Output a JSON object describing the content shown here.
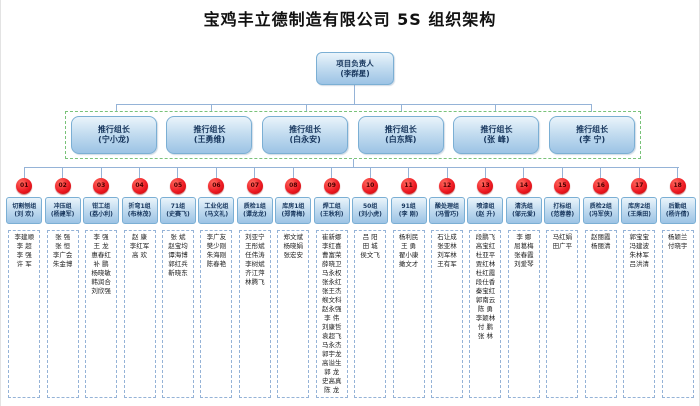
{
  "title": "宝鸡丰立德制造有限公司 5S 组织架构",
  "root": {
    "line1": "项目负责人",
    "line2": "(李群星)"
  },
  "leaders": [
    {
      "title": "推行组长",
      "name": "(宁小龙)"
    },
    {
      "title": "推行组长",
      "name": "(王勇维)"
    },
    {
      "title": "推行组长",
      "name": "(白永安)"
    },
    {
      "title": "推行组长",
      "name": "(白东辉)"
    },
    {
      "title": "推行组长",
      "name": "(张  峰)"
    },
    {
      "title": "推行组长",
      "name": "(李  宁)"
    }
  ],
  "groups": [
    {
      "num": "01",
      "name": "切割刨组",
      "leader": "(刘 欢)",
      "members": [
        "李建顺",
        "李 超",
        "李 强",
        "许 军"
      ]
    },
    {
      "num": "02",
      "name": "冲压组",
      "leader": "(杨建军)",
      "members": [
        "张 强",
        "张 恒",
        "李广会",
        "朱金博"
      ]
    },
    {
      "num": "03",
      "name": "钳工组",
      "leader": "(荔小利)",
      "members": [
        "李 强",
        "王 龙",
        "惠春红",
        "补 鹏",
        "杨晓敏",
        "韩润合",
        "刘欣强"
      ]
    },
    {
      "num": "04",
      "name": "折弯1组",
      "leader": "(布林茂)",
      "members": [
        "赵 康",
        "李红军",
        "高 欢"
      ]
    },
    {
      "num": "05",
      "name": "71组",
      "leader": "(史赛飞)",
      "members": [
        "张 斌",
        "赵宝均",
        "谭海博",
        "郭红兵",
        "靳晓东"
      ]
    },
    {
      "num": "06",
      "name": "工业化组",
      "leader": "(马文礼)",
      "members": [
        "李广友",
        "樊少刚",
        "朱海刚",
        "陈春艳"
      ]
    },
    {
      "num": "07",
      "name": "质检1组",
      "leader": "(谭龙龙)",
      "members": [
        "刘亚宁",
        "王彤斌",
        "任伟涛",
        "李树斌",
        "齐江萍",
        "林腾飞"
      ]
    },
    {
      "num": "08",
      "name": "库房1组",
      "leader": "(郑青梅)",
      "members": [
        "郑文斌",
        "杨晓娟",
        "张宏安"
      ]
    },
    {
      "num": "09",
      "name": "焊工组",
      "leader": "(王秋利)",
      "members": [
        "崔新娜",
        "李红喜",
        "曹富荣",
        "薛晓卫",
        "马永权",
        "张永红",
        "张王杰",
        "缑文科",
        "赵永强",
        "李 伟",
        "刘康哲",
        "袁超飞",
        "马永杰",
        "郭宇龙",
        "高溢生",
        "郭 龙",
        "史高真",
        "陈 龙"
      ]
    },
    {
      "num": "10",
      "name": "50组",
      "leader": "(刘小虎)",
      "members": [
        "吕 阳",
        "田 城",
        "侯文飞"
      ]
    },
    {
      "num": "11",
      "name": "91组",
      "leader": "(李 刚)",
      "members": [
        "杨利民",
        "王 勇",
        "翟小康",
        "撖文才"
      ]
    },
    {
      "num": "12",
      "name": "酸处理组",
      "leader": "(冯雪巧)",
      "members": [
        "石让成",
        "张亚林",
        "刘军林",
        "王有军"
      ]
    },
    {
      "num": "13",
      "name": "喷漆组",
      "leader": "(赵 升)",
      "members": [
        "段鹏飞",
        "高宝红",
        "杜亚平",
        "贾红林",
        "杜红霞",
        "段仕香",
        "秦宝红",
        "郭南云",
        "陈 勇",
        "李颖林",
        "付 鹏",
        "张 林"
      ]
    },
    {
      "num": "14",
      "name": "清洗组",
      "leader": "(邹元爱)",
      "members": [
        "李 娜",
        "屈葛梅",
        "张春霞",
        "刘爱琴"
      ]
    },
    {
      "num": "15",
      "name": "打标组",
      "leader": "(范蓉蓉)",
      "members": [
        "马红娟",
        "田广平"
      ]
    },
    {
      "num": "16",
      "name": "质检2组",
      "leader": "(冯军侠)",
      "members": [
        "赵丽霞",
        "杨丽清"
      ]
    },
    {
      "num": "17",
      "name": "库房2组",
      "leader": "(王乘田)",
      "members": [
        "郭宝宝",
        "冯建波",
        "朱林军",
        "吕洪清"
      ]
    },
    {
      "num": "18",
      "name": "后勤组",
      "leader": "(杨许倩)",
      "members": [
        "杨颖兰",
        "付晓宇"
      ]
    }
  ],
  "colors": {
    "node_fill_top": "#eaf4fb",
    "node_fill_bottom": "#9cc3e5",
    "node_border": "#7bafd4",
    "connector": "#95b3d7",
    "leaders_dash_border": "#79c279",
    "circle_red": "#ee1c25"
  }
}
